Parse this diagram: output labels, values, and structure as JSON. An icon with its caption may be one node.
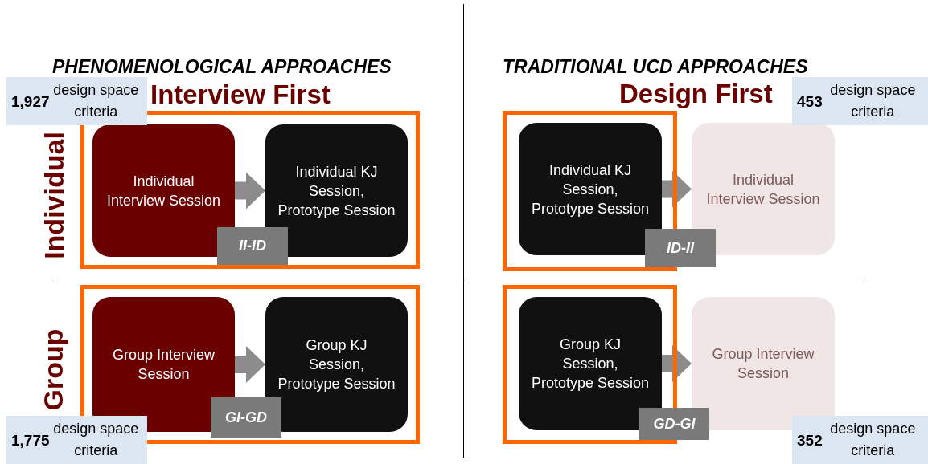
{
  "diagram": {
    "nodes": [
      {
        "text": [
          "**1,927** design space criteria"
        ]
      },
      {
        "text": [],
        "shape": "box"
      },
      {
        "text": [
          "Individual Interview Session"
        ],
        "in": 1
      },
      {
        "text": [
          "Individual KJ Session, Prototype Session"
        ],
        "in": 1
      },
      {
        "text": [
          "II-ID"
        ],
        "in": 1
      },
      {
        "text": [],
        "shape": "box"
      },
      {
        "text": [
          "Individual KJ Session, Prototype Session"
        ],
        "in": 5
      },
      {
        "text": [
          "ID-II"
        ]
      },
      {
        "text": [
          "Individual Interview Session"
        ]
      },
      {
        "text": [
          "**453** design space criteria"
        ]
      },
      {
        "text": [],
        "shape": "box"
      },
      {
        "text": [
          "Group Interview Session"
        ],
        "in": 10
      },
      {
        "text": [
          "Group KJ Session, Prototype Session"
        ],
        "in": 10
      },
      {
        "text": [
          "GI-GD"
        ],
        "in": 10
      },
      {
        "text": [],
        "shape": "box"
      },
      {
        "text": [
          "Group KJ Session, Prototype Session"
        ],
        "in": 14
      },
      {
        "text": [
          "GD-GI"
        ]
      },
      {
        "text": [
          "Group Interview Session"
        ]
      },
      {
        "text": [
          "**1,775** design space criteria"
        ]
      },
      {
        "text": [
          "**352** design space criteria"
        ]
      }
    ],
    "edges": [
      {
        "from": 2,
        "to": 3,
        "arrow": "to"
      },
      {
        "from": 6,
        "to": 8,
        "arrow": "to"
      },
      {
        "from": 11,
        "to": 12,
        "arrow": "to"
      },
      {
        "from": 15,
        "to": 17,
        "arrow": "to"
      }
    ],
    "labels": [
      "PHENOMENOLOGICAL APPROACHES",
      "Interview First",
      "TRADITIONAL UCD APPROACHES",
      "Design First",
      "Individual",
      "Group"
    ]
  }
}
